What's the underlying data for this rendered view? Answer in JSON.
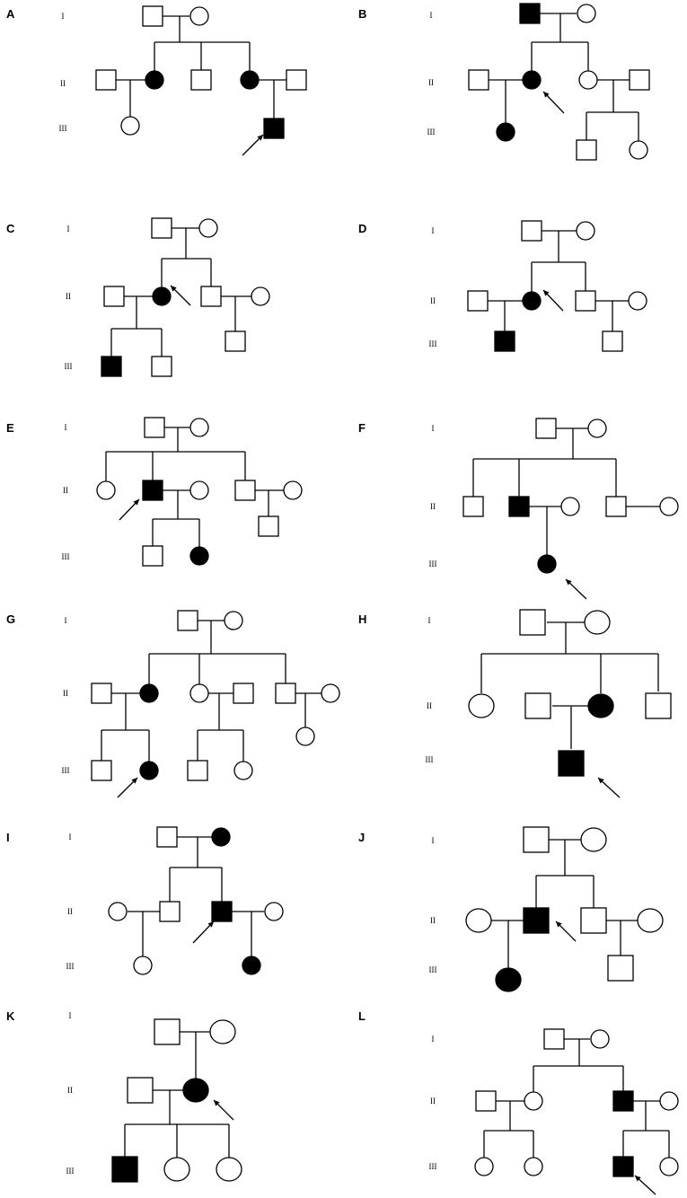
{
  "figure": {
    "style": {
      "affected_fill": "#000000",
      "unaffected_fill": "#ffffff",
      "line_color": "#000000"
    },
    "generation_labels": [
      "I",
      "II",
      "III"
    ],
    "panels": [
      {
        "label": "A"
      },
      {
        "label": "B"
      },
      {
        "label": "C"
      },
      {
        "label": "D"
      },
      {
        "label": "E"
      },
      {
        "label": "F"
      },
      {
        "label": "G"
      },
      {
        "label": "H"
      },
      {
        "label": "I"
      },
      {
        "label": "J"
      },
      {
        "label": "K"
      },
      {
        "label": "L"
      }
    ]
  }
}
